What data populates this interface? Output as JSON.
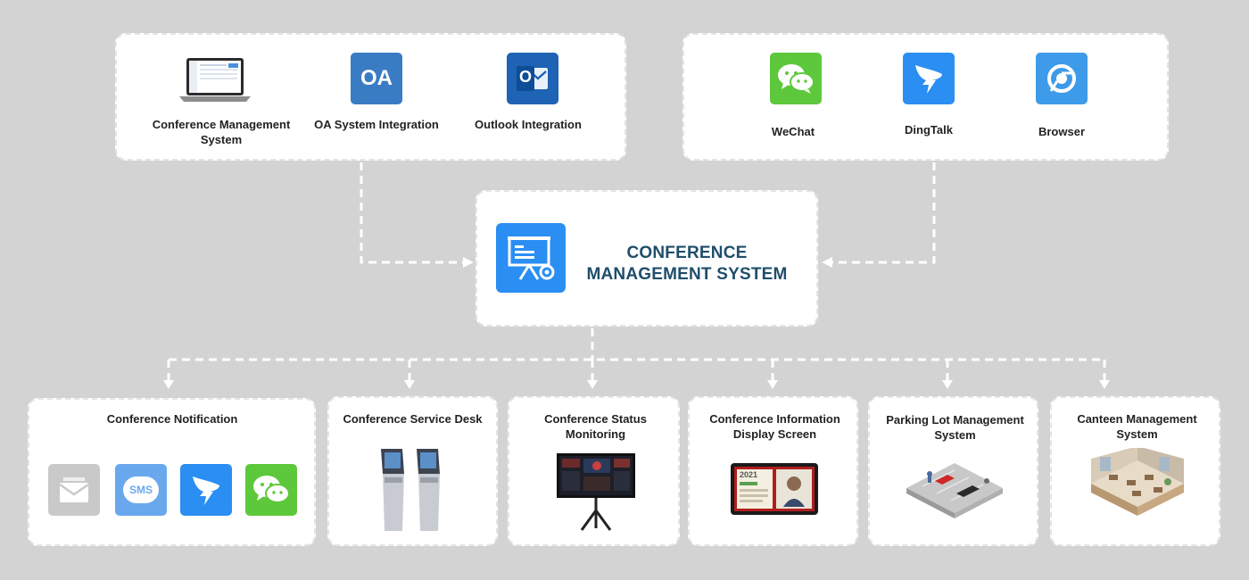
{
  "top_left": {
    "items": [
      {
        "label": "Conference Management System",
        "icon": "laptop-icon"
      },
      {
        "label": "OA System Integration",
        "icon": "oa-icon",
        "icon_text": "OA"
      },
      {
        "label": "Outlook Integration",
        "icon": "outlook-icon",
        "icon_text": "O"
      }
    ]
  },
  "top_right": {
    "items": [
      {
        "label": "WeChat",
        "icon": "wechat-icon",
        "color": "#5dc83b"
      },
      {
        "label": "DingTalk",
        "icon": "dingtalk-icon",
        "color": "#2a8ef3"
      },
      {
        "label": "Browser",
        "icon": "browser-icon",
        "color": "#3d9be9"
      }
    ]
  },
  "center": {
    "title": "CONFERENCE MANAGEMENT SYSTEM",
    "icon": "presentation-gear-icon",
    "color": "#2a8ef3"
  },
  "bottom": {
    "items": [
      {
        "label": "Conference Notification",
        "icons": [
          "email-icon",
          "sms-icon",
          "dingtalk-icon",
          "wechat-icon"
        ],
        "sms_text": "SMS"
      },
      {
        "label": "Conference Service Desk",
        "icon": "kiosk-icon"
      },
      {
        "label": "Conference Status Monitoring",
        "icon": "monitor-stand-icon"
      },
      {
        "label": "Conference Information Display Screen",
        "icon": "display-screen-icon",
        "screen_year": "2021"
      },
      {
        "label": "Parking Lot Management System",
        "icon": "parking-lot-icon"
      },
      {
        "label": "Canteen Management System",
        "icon": "canteen-icon"
      }
    ]
  }
}
